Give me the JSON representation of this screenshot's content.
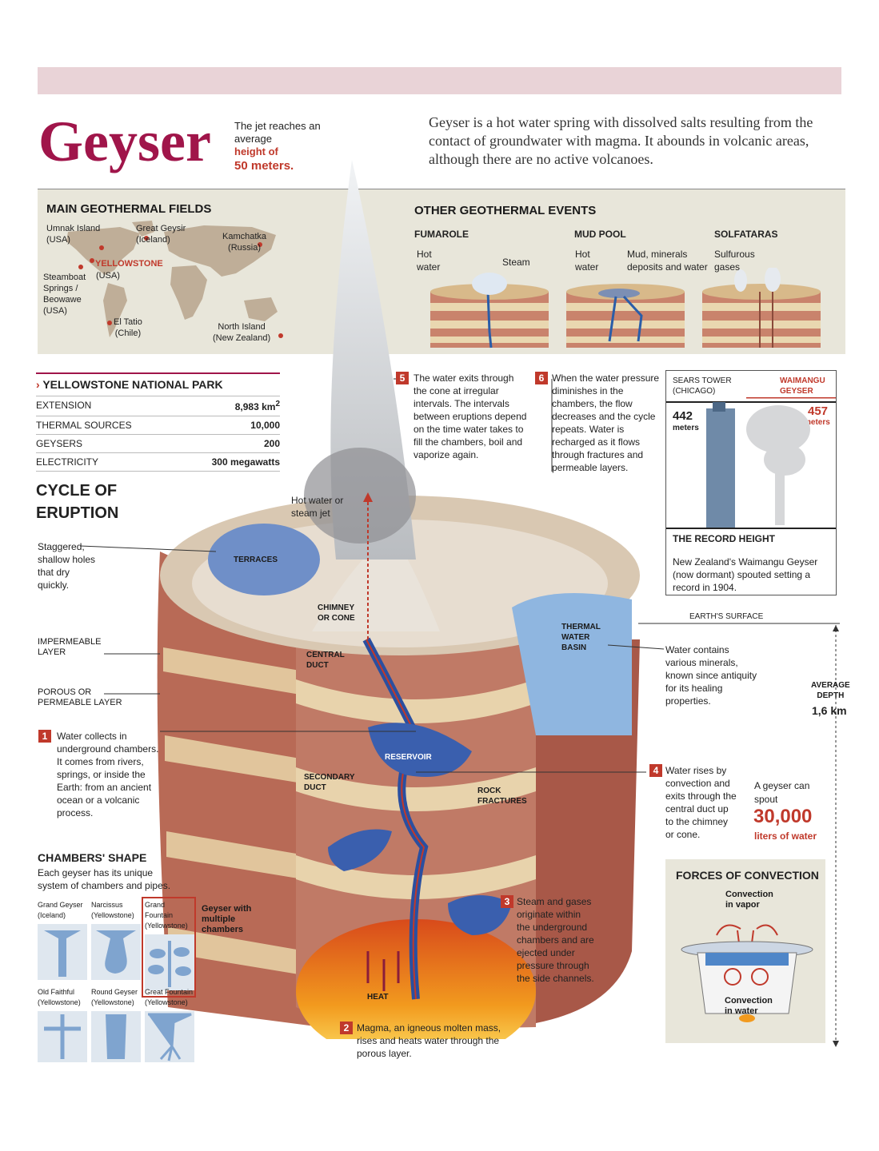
{
  "title": "Geyser",
  "jet": {
    "line1": "The jet reaches an",
    "line2": "average",
    "line3": "height of",
    "line4": "50 meters."
  },
  "intro": "Geyser is a hot water spring with dissolved salts resulting from the contact of groundwater with magma. It abounds in volcanic areas, although there are no active volcanoes.",
  "fields": {
    "heading": "MAIN GEOTHERMAL FIELDS",
    "umnak": "Umnak Island\n(USA)",
    "geysir": "Great Geysir\n(Iceland)",
    "kamchatka": "Kamchatka\n(Russia)",
    "yellowstone": "YELLOWSTONE",
    "yellowstone_country": "(USA)",
    "steamboat": "Steamboat\nSprings /\nBeowawe\n(USA)",
    "tatio": "El Tatio\n(Chile)",
    "north_island": "North Island\n(New Zealand)"
  },
  "events": {
    "heading": "OTHER GEOTHERMAL EVENTS",
    "fumarole": "FUMAROLE",
    "fumarole_hot": "Hot\nwater",
    "fumarole_steam": "Steam",
    "mudpool": "MUD POOL",
    "mudpool_hot": "Hot\nwater",
    "mudpool_minerals": "Mud, minerals\ndeposits and water",
    "solfataras": "SOLFATARAS",
    "solfataras_gases": "Sulfurous\ngases"
  },
  "park": {
    "heading": "YELLOWSTONE NATIONAL PARK",
    "rows": [
      {
        "label": "EXTENSION",
        "value": "8,983 km",
        "sup": "2"
      },
      {
        "label": "THERMAL SOURCES",
        "value": "10,000",
        "sup": ""
      },
      {
        "label": "GEYSERS",
        "value": "200",
        "sup": ""
      },
      {
        "label": "ELECTRICITY",
        "value": "300 megawatts",
        "sup": ""
      }
    ]
  },
  "cycle": {
    "heading": "CYCLE OF\nERUPTION",
    "staggered": "Staggered,\nshallow holes\nthat dry\nquickly.",
    "impermeable": "IMPERMEABLE\nLAYER",
    "porous": "POROUS OR\nPERMEABLE LAYER"
  },
  "steps": [
    {
      "n": "1",
      "text": "Water collects in\nunderground chambers.\nIt comes from rivers,\nsprings, or inside the\nEarth: from an ancient\nocean or a volcanic\nprocess."
    },
    {
      "n": "2",
      "text": "Magma, an igneous molten mass,\nrises and heats water through the\nporous layer."
    },
    {
      "n": "3",
      "text": "Steam and gases\noriginate within\nthe underground\nchambers and are\nejected under\npressure through\nthe side channels."
    },
    {
      "n": "4",
      "text": "Water rises by\nconvection and\nexits through the\ncentral duct up\nto the chimney\nor cone."
    },
    {
      "n": "5",
      "text": "The water exits through\nthe cone at irregular\nintervals. The intervals\nbetween eruptions depend\non the time water takes to\nfill the chambers, boil and\nvaporize again."
    },
    {
      "n": "6",
      "text": "When the water pressure\ndiminishes in the\nchambers, the flow\ndecreases and the cycle\nrepeats. Water is\nrecharged as it flows\nthrough fractures and\npermeable layers."
    }
  ],
  "diagram_labels": {
    "hotwater": "Hot water or\nsteam jet",
    "terraces": "TERRACES",
    "chimney": "CHIMNEY\nOR CONE",
    "central": "CENTRAL\nDUCT",
    "reservoir": "RESERVOIR",
    "secondary": "SECONDARY\nDUCT",
    "rock": "ROCK\nFRACTURES",
    "thermal": "THERMAL\nWATER\nBASIN",
    "heat": "HEAT",
    "surface": "EARTH'S SURFACE",
    "water_contains": "Water contains\nvarious minerals,\nknown since antiquity\nfor its healing\nproperties.",
    "avg_depth": "AVERAGE\nDEPTH",
    "depth_value": "1,6 km"
  },
  "record": {
    "sears": "SEARS TOWER\n(CHICAGO)",
    "sears_value": "442",
    "sears_unit": "meters",
    "waimangu": "WAIMANGU\nGEYSER",
    "waimangu_value": "457",
    "waimangu_unit": "meters",
    "heading": "THE RECORD HEIGHT",
    "text": "New Zealand's Waimangu Geyser\n(now dormant) spouted setting a\nrecord in 1904."
  },
  "spout": {
    "line1": "A geyser can",
    "line2": "spout",
    "value": "30,000",
    "unit": "liters of water"
  },
  "chambers": {
    "heading": "CHAMBERS' SHAPE",
    "desc": "Each geyser has its unique\nsystem of chambers and pipes.",
    "multi": "Geyser with\nmultiple\nchambers",
    "items": [
      {
        "name": "Grand Geyser\n(Iceland)"
      },
      {
        "name": "Narcissus\n(Yellowstone)"
      },
      {
        "name": "Grand Fountain\n(Yellowstone)"
      },
      {
        "name": "Old Faithful\n(Yellowstone)"
      },
      {
        "name": "Round Geyser\n(Yellowstone)"
      },
      {
        "name": "Great Fountain\n(Yellowstone)"
      }
    ]
  },
  "convection": {
    "heading": "FORCES OF CONVECTION",
    "vapor": "Convection\nin vapor",
    "water": "Convection\nin water"
  },
  "colors": {
    "accent": "#a0154a",
    "red": "#c0392b",
    "panel": "#e8e6da",
    "band": "#e9d3d7"
  }
}
